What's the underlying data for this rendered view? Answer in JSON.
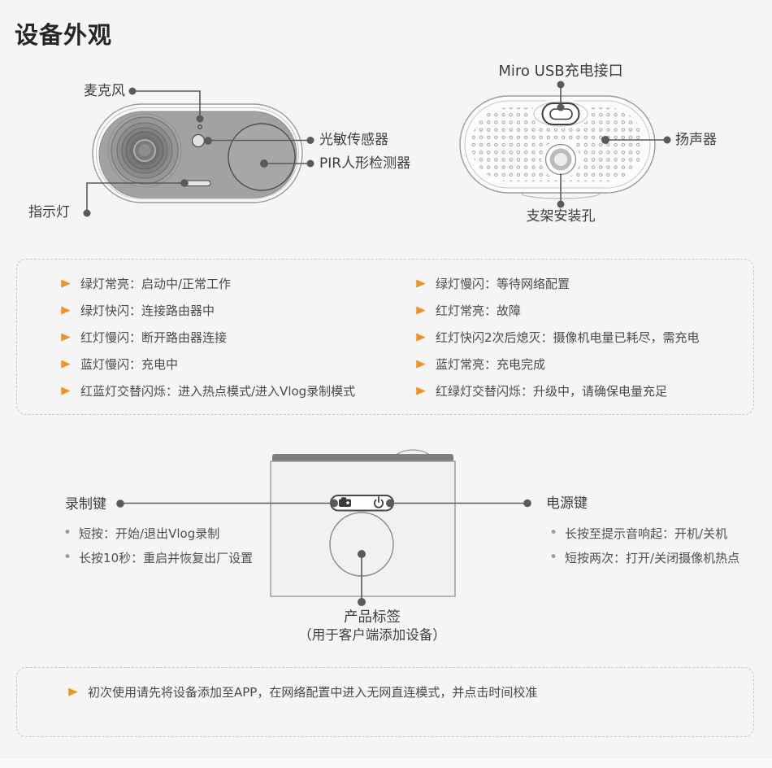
{
  "page": {
    "title": "设备外观"
  },
  "colors": {
    "accent_arrow": "#f0921d",
    "device_gray": "#a2a2a4",
    "line_gray": "#5a5a5c"
  },
  "front_view": {
    "labels": {
      "microphone": "麦克风",
      "light_sensor": "光敏传感器",
      "pir_detector": "PIR人形检测器",
      "indicator_light": "指示灯"
    }
  },
  "back_view": {
    "labels": {
      "usb_port": "Miro USB充电接口",
      "speaker": "扬声器",
      "mount_hole": "支架安装孔"
    }
  },
  "led_status": {
    "left": [
      "绿灯常亮：启动中/正常工作",
      "绿灯快闪：连接路由器中",
      "红灯慢闪：断开路由器连接",
      "蓝灯慢闪：充电中",
      "红蓝灯交替闪烁：进入热点模式/进入Vlog录制模式"
    ],
    "right": [
      "绿灯慢闪：等待网络配置",
      "红灯常亮：故障",
      "红灯快闪2次后熄灭：摄像机电量已耗尽，需充电",
      "蓝灯常亮：充电完成",
      "红绿灯交替闪烁：升级中，请确保电量充足"
    ]
  },
  "buttons": {
    "record": {
      "label": "录制键",
      "notes": [
        "短按：开始/退出Vlog录制",
        "长按10秒：重启并恢复出厂设置"
      ]
    },
    "power": {
      "label": "电源键",
      "notes": [
        "长按至提示音响起：开机/关机",
        "短按两次：打开/关闭摄像机热点"
      ]
    },
    "product_label": {
      "title": "产品标签",
      "subtitle": "（用于客户端添加设备）"
    }
  },
  "notice": "初次使用请先将设备添加至APP，在网络配置中进入无网直连模式，并点击时间校准"
}
